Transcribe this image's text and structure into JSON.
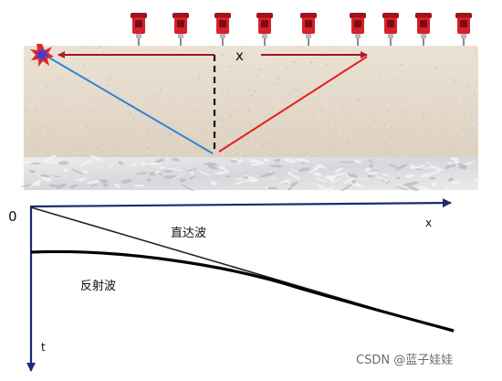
{
  "labels": {
    "x_top": "x",
    "origin": "0",
    "x_axis": "x",
    "t_axis": "t",
    "direct_wave": "直达波",
    "reflected_wave": "反射波",
    "watermark": "CSDN @蓝子娃娃"
  },
  "geophone_count": 9,
  "colors": {
    "sand": "#e6dbcc",
    "bedrock": "#e4e4e6",
    "geophone_body": "#d7202a",
    "surface_arrow": "#a01622",
    "incident_ray": "#2f86d6",
    "reflected_ray": "#e02020",
    "axis": "#1d2a73",
    "curve": "#111111"
  }
}
